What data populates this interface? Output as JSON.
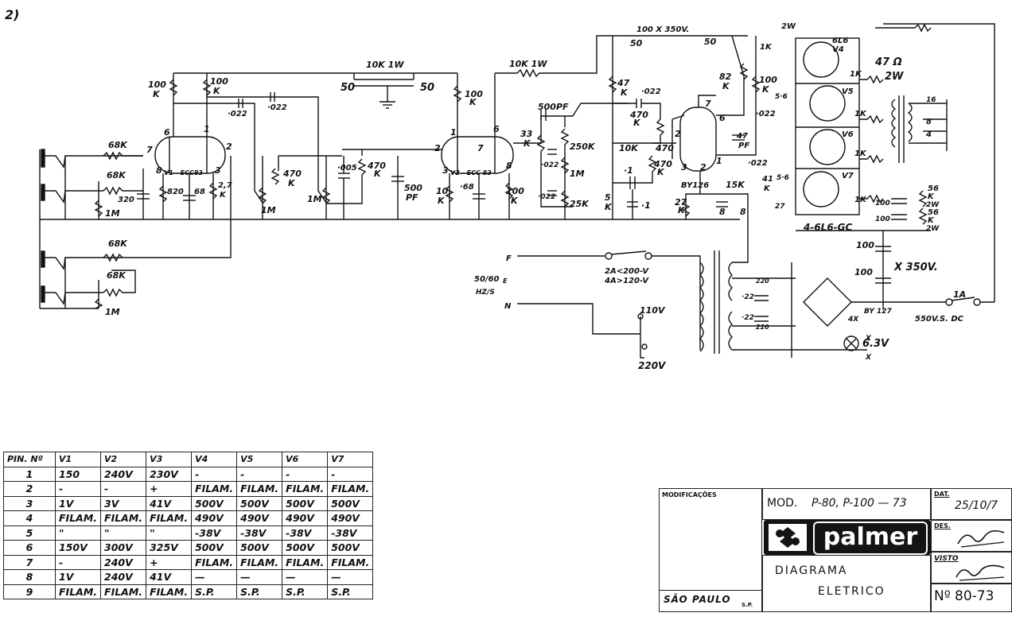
{
  "page_marker": "2)",
  "schematic": {
    "supply_caps_top": "100 X 350V.",
    "cap_50_a": "50",
    "cap_50_b": "50",
    "resistor_2w": "2W",
    "resistor_1k_top": "1K",
    "resistor_47ohm": "47 Ω",
    "resistor_47ohm_w": "2W",
    "tube_6l6_v4": "6L6",
    "tube_v4": "V4",
    "dropper_10k_a": "10K 1W",
    "dropper_10k_b": "10K 1W",
    "cap_50_c": "50",
    "cap_50_d": "50",
    "r_100k_1": "100",
    "r_100k_1b": "K",
    "r_100k_2": "100",
    "r_100k_2b": "K",
    "c_022_a": "·022",
    "c_022_b": "·022",
    "r_68k_1": "68K",
    "r_68k_2": "68K",
    "r_68k_3": "68K",
    "r_68k_4": "68K",
    "r_1m_1": "1M",
    "r_1m_2": "1M",
    "c_320": "320",
    "r_820": "820",
    "c_68_a": "68",
    "r_2_7k": "2,7",
    "r_2_7k_b": "K",
    "tube_v1": "V1 - ECC83",
    "r_470k_1": "470",
    "r_470k_1b": "K",
    "pot_1m_1": "1M",
    "pot_1m_2": "1M",
    "c_005": "·005",
    "pot_470k": "470",
    "pot_470k_b": "K",
    "c_500pf_a": "500",
    "c_500pf_a_b": "PF",
    "r_100k_3": "100",
    "r_100k_3b": "K",
    "tube_v2": "V2 - ECC 83",
    "r_10k_a": "10",
    "r_10k_ab": "K",
    "c_68_b": "·68",
    "r_100k_4": "100",
    "r_100k_4b": "K",
    "c_500pf_b": "500PF",
    "r_33k": "33",
    "r_33k_b": "K",
    "pot_250k": "250K",
    "c_022_c": "·022",
    "pot_1m_3": "1M",
    "c_022_d": "·022",
    "pot_25k": "25K",
    "r_47k": "47",
    "r_47k_b": "K",
    "c_022_e": "·022",
    "r_470k_2": "470",
    "r_470k_2b": "K",
    "r_10k_b": "10K",
    "r_470_c": "470",
    "r_470k_3": "470",
    "r_470k_3b": "K",
    "c_1_a": "·1",
    "r_5_6k": "5",
    "r_5_6k_b": "K",
    "c_1_b": "·1",
    "r_82k": "82",
    "r_82k_b": "K",
    "r_100k_5": "100",
    "r_100k_5b": "K",
    "c_47pf": "47",
    "c_47pf_b": "PF",
    "c_022_f": "·022",
    "c_022_g": "·022",
    "r_5_6_g": "5·6",
    "r_5_6_h": "5·6",
    "r_1k_a": "1K",
    "r_1k_b": "1K",
    "r_1k_c": "1K",
    "r_1k_d": "1K",
    "tube_v5": "V5",
    "tube_v6": "V6",
    "tube_v7": "V7",
    "out_16": "16",
    "out_8": "8",
    "out_4": "4",
    "diode_by126": "BY126",
    "r_15k": "15K",
    "c_8_a": "8",
    "c_8_b": "8",
    "r_41k": "41",
    "r_41k_b": "K",
    "r_27k_a": "27",
    "r_27k_ab": "K",
    "r_27_b": "27",
    "c_100_a": "100",
    "c_100_b": "100",
    "r_56k_a": "56",
    "r_56k_ab": "K",
    "r_56k_ac": "2W",
    "r_56k_b": "56",
    "r_56k_bb": "K",
    "r_56k_bc": "2W",
    "tubes_note": "4-6L6-GC",
    "c_100_c": "100",
    "c_100_d": "100",
    "cap_voltage": "X 350V.",
    "mains_freq": "50/60",
    "mains_freq_unit": "HZ/S",
    "mains_freq_e": "E",
    "fuse_a": "2A<200-V",
    "fuse_b": "4A>120-V",
    "tap_110v": "110V",
    "tap_220v": "220V",
    "c_22_a": "·22",
    "c_22_b": "·22",
    "c_22_top": "220",
    "c_22_bot": "220",
    "rect_by127": "BY 127",
    "rect_4x": "4X",
    "fuse_1a": "1A",
    "fuse_1a_note": "550V.S. DC",
    "lamp_6_3v": "6.3V",
    "terminal_x1": "X",
    "terminal_x2": "X",
    "terminal_n": "N",
    "terminal_f": "F"
  },
  "pin_table": {
    "headers": [
      "PIN. Nº",
      "V1",
      "V2",
      "V3",
      "V4",
      "V5",
      "V6",
      "V7"
    ],
    "rows": [
      [
        "1",
        "150",
        "240V",
        "230V",
        "-",
        "-",
        "-",
        "-"
      ],
      [
        "2",
        "-",
        "-",
        "+",
        "FILAM.",
        "FILAM.",
        "FILAM.",
        "FILAM."
      ],
      [
        "3",
        "1V",
        "3V",
        "41V",
        "500V",
        "500V",
        "500V",
        "500V"
      ],
      [
        "4",
        "FILAM.",
        "FILAM.",
        "FILAM.",
        "490V",
        "490V",
        "490V",
        "490V"
      ],
      [
        "5",
        "\"",
        "\"",
        "\"",
        "-38V",
        "-38V",
        "-38V",
        "-38V"
      ],
      [
        "6",
        "150V",
        "300V",
        "325V",
        "500V",
        "500V",
        "500V",
        "500V"
      ],
      [
        "7",
        "-",
        "240V",
        "+",
        "FILAM.",
        "FILAM.",
        "FILAM.",
        "FILAM."
      ],
      [
        "8",
        "1V",
        "240V",
        "41V",
        "—",
        "—",
        "—",
        "—"
      ],
      [
        "9",
        "FILAM.",
        "FILAM.",
        "FILAM.",
        "S.P.",
        "S.P.",
        "S.P.",
        "S.P."
      ]
    ]
  },
  "title_block": {
    "modificacoes": "MODIFICAÇÕES",
    "model_label": "MOD.",
    "model_value": "P-80, P-100 — 73",
    "date_label": "DAT.",
    "date_value": "25/10/7",
    "brand": "palmer",
    "des_label": "DES.",
    "visto_label": "VISTO",
    "diagram_line1": "DIAGRAMA",
    "diagram_line2": "ELETRICO",
    "city": "SÃO PAULO",
    "city_state": "S.P.",
    "number_label": "Nº",
    "number_value": "80-73"
  },
  "colors": {
    "ink": "#111111",
    "paper": "#ffffff",
    "logo": "#141414"
  }
}
